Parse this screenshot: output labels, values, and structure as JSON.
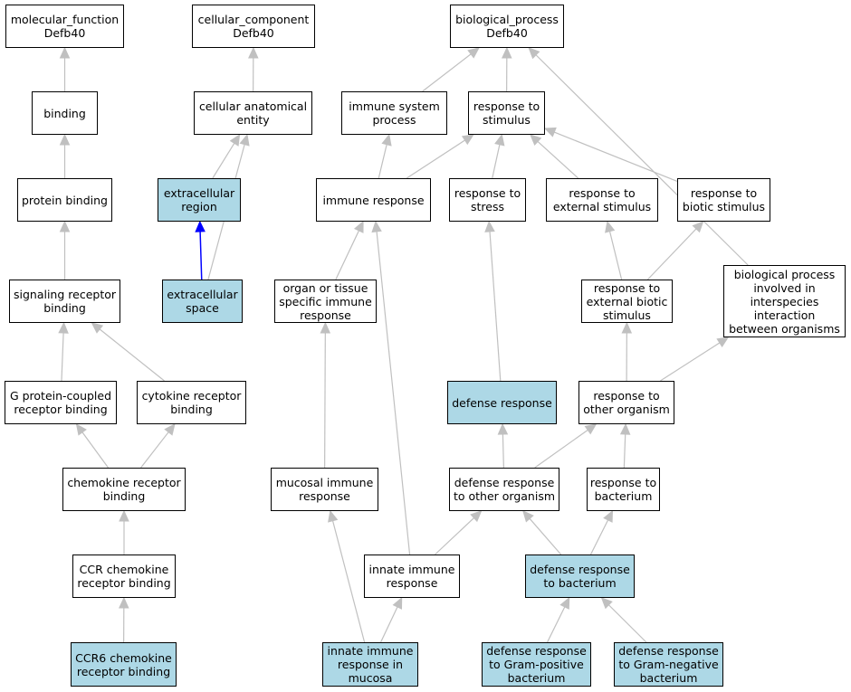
{
  "colors": {
    "highlight_fill": "#add8e6",
    "node_fill": "#ffffff",
    "edge_gray": "#c0c0c0",
    "edge_blue": "#0000ff"
  },
  "nodes": {
    "mf_root": {
      "label": "molecular_function\nDefb40",
      "highlight": false
    },
    "cc_root": {
      "label": "cellular_component\nDefb40",
      "highlight": false
    },
    "bp_root": {
      "label": "biological_process\nDefb40",
      "highlight": false
    },
    "binding": {
      "label": "binding",
      "highlight": false
    },
    "cellular_anatomical_entity": {
      "label": "cellular anatomical\nentity",
      "highlight": false
    },
    "immune_system_process": {
      "label": "immune system\nprocess",
      "highlight": false
    },
    "response_to_stimulus": {
      "label": "response to\nstimulus",
      "highlight": false
    },
    "protein_binding": {
      "label": "protein binding",
      "highlight": false
    },
    "extracellular_region": {
      "label": "extracellular\nregion",
      "highlight": true
    },
    "immune_response": {
      "label": "immune response",
      "highlight": false
    },
    "response_to_stress": {
      "label": "response to\nstress",
      "highlight": false
    },
    "response_to_external_stimulus": {
      "label": "response to\nexternal stimulus",
      "highlight": false
    },
    "response_to_biotic_stimulus": {
      "label": "response to\nbiotic stimulus",
      "highlight": false
    },
    "signaling_receptor_binding": {
      "label": "signaling receptor\nbinding",
      "highlight": false
    },
    "extracellular_space": {
      "label": "extracellular\nspace",
      "highlight": true
    },
    "organ_tissue_immune_response": {
      "label": "organ or tissue\nspecific immune\nresponse",
      "highlight": false
    },
    "response_to_external_biotic_stimulus": {
      "label": "response to\nexternal biotic\nstimulus",
      "highlight": false
    },
    "biological_process_interspecies": {
      "label": "biological process\ninvolved in\ninterspecies\ninteraction\nbetween organisms",
      "highlight": false
    },
    "g_protein_coupled_receptor_binding": {
      "label": "G protein-coupled\nreceptor binding",
      "highlight": false
    },
    "cytokine_receptor_binding": {
      "label": "cytokine receptor\nbinding",
      "highlight": false
    },
    "defense_response": {
      "label": "defense response",
      "highlight": true
    },
    "response_to_other_organism": {
      "label": "response to\nother organism",
      "highlight": false
    },
    "chemokine_receptor_binding": {
      "label": "chemokine receptor\nbinding",
      "highlight": false
    },
    "mucosal_immune_response": {
      "label": "mucosal immune\nresponse",
      "highlight": false
    },
    "defense_response_to_other_organism": {
      "label": "defense response\nto other organism",
      "highlight": false
    },
    "response_to_bacterium": {
      "label": "response to\nbacterium",
      "highlight": false
    },
    "ccr_chemokine_receptor_binding": {
      "label": "CCR chemokine\nreceptor binding",
      "highlight": false
    },
    "innate_immune_response": {
      "label": "innate immune\nresponse",
      "highlight": false
    },
    "defense_response_to_bacterium": {
      "label": "defense response\nto bacterium",
      "highlight": true
    },
    "ccr6_chemokine_receptor_binding": {
      "label": "CCR6 chemokine\nreceptor binding",
      "highlight": true
    },
    "innate_immune_response_in_mucosa": {
      "label": "innate immune\nresponse in\nmucosa",
      "highlight": true
    },
    "defense_response_gram_positive": {
      "label": "defense response\nto Gram-positive\nbacterium",
      "highlight": true
    },
    "defense_response_gram_negative": {
      "label": "defense response\nto Gram-negative\nbacterium",
      "highlight": true
    }
  },
  "edges": [
    {
      "from": "binding",
      "to": "mf_root",
      "color": "gray"
    },
    {
      "from": "protein_binding",
      "to": "binding",
      "color": "gray"
    },
    {
      "from": "signaling_receptor_binding",
      "to": "protein_binding",
      "color": "gray"
    },
    {
      "from": "g_protein_coupled_receptor_binding",
      "to": "signaling_receptor_binding",
      "color": "gray"
    },
    {
      "from": "cytokine_receptor_binding",
      "to": "signaling_receptor_binding",
      "color": "gray"
    },
    {
      "from": "chemokine_receptor_binding",
      "to": "g_protein_coupled_receptor_binding",
      "color": "gray"
    },
    {
      "from": "chemokine_receptor_binding",
      "to": "cytokine_receptor_binding",
      "color": "gray"
    },
    {
      "from": "ccr_chemokine_receptor_binding",
      "to": "chemokine_receptor_binding",
      "color": "gray"
    },
    {
      "from": "ccr6_chemokine_receptor_binding",
      "to": "ccr_chemokine_receptor_binding",
      "color": "gray"
    },
    {
      "from": "cellular_anatomical_entity",
      "to": "cc_root",
      "color": "gray"
    },
    {
      "from": "extracellular_region",
      "to": "cellular_anatomical_entity",
      "color": "gray"
    },
    {
      "from": "extracellular_space",
      "to": "cellular_anatomical_entity",
      "color": "gray"
    },
    {
      "from": "extracellular_space",
      "to": "extracellular_region",
      "color": "blue"
    },
    {
      "from": "immune_system_process",
      "to": "bp_root",
      "color": "gray"
    },
    {
      "from": "response_to_stimulus",
      "to": "bp_root",
      "color": "gray"
    },
    {
      "from": "biological_process_interspecies",
      "to": "bp_root",
      "color": "gray"
    },
    {
      "from": "immune_response",
      "to": "immune_system_process",
      "color": "gray"
    },
    {
      "from": "immune_response",
      "to": "response_to_stimulus",
      "color": "gray"
    },
    {
      "from": "response_to_stress",
      "to": "response_to_stimulus",
      "color": "gray"
    },
    {
      "from": "response_to_external_stimulus",
      "to": "response_to_stimulus",
      "color": "gray"
    },
    {
      "from": "response_to_biotic_stimulus",
      "to": "response_to_stimulus",
      "color": "gray"
    },
    {
      "from": "organ_tissue_immune_response",
      "to": "immune_response",
      "color": "gray"
    },
    {
      "from": "innate_immune_response",
      "to": "immune_response",
      "color": "gray"
    },
    {
      "from": "response_to_external_biotic_stimulus",
      "to": "response_to_external_stimulus",
      "color": "gray"
    },
    {
      "from": "response_to_external_biotic_stimulus",
      "to": "response_to_biotic_stimulus",
      "color": "gray"
    },
    {
      "from": "mucosal_immune_response",
      "to": "organ_tissue_immune_response",
      "color": "gray"
    },
    {
      "from": "defense_response",
      "to": "response_to_stress",
      "color": "gray"
    },
    {
      "from": "response_to_other_organism",
      "to": "response_to_external_biotic_stimulus",
      "color": "gray"
    },
    {
      "from": "response_to_other_organism",
      "to": "biological_process_interspecies",
      "color": "gray"
    },
    {
      "from": "defense_response_to_other_organism",
      "to": "defense_response",
      "color": "gray"
    },
    {
      "from": "defense_response_to_other_organism",
      "to": "response_to_other_organism",
      "color": "gray"
    },
    {
      "from": "response_to_bacterium",
      "to": "response_to_other_organism",
      "color": "gray"
    },
    {
      "from": "innate_immune_response",
      "to": "defense_response_to_other_organism",
      "color": "gray"
    },
    {
      "from": "defense_response_to_bacterium",
      "to": "defense_response_to_other_organism",
      "color": "gray"
    },
    {
      "from": "defense_response_to_bacterium",
      "to": "response_to_bacterium",
      "color": "gray"
    },
    {
      "from": "innate_immune_response_in_mucosa",
      "to": "mucosal_immune_response",
      "color": "gray"
    },
    {
      "from": "innate_immune_response_in_mucosa",
      "to": "innate_immune_response",
      "color": "gray"
    },
    {
      "from": "defense_response_gram_positive",
      "to": "defense_response_to_bacterium",
      "color": "gray"
    },
    {
      "from": "defense_response_gram_negative",
      "to": "defense_response_to_bacterium",
      "color": "gray"
    }
  ]
}
